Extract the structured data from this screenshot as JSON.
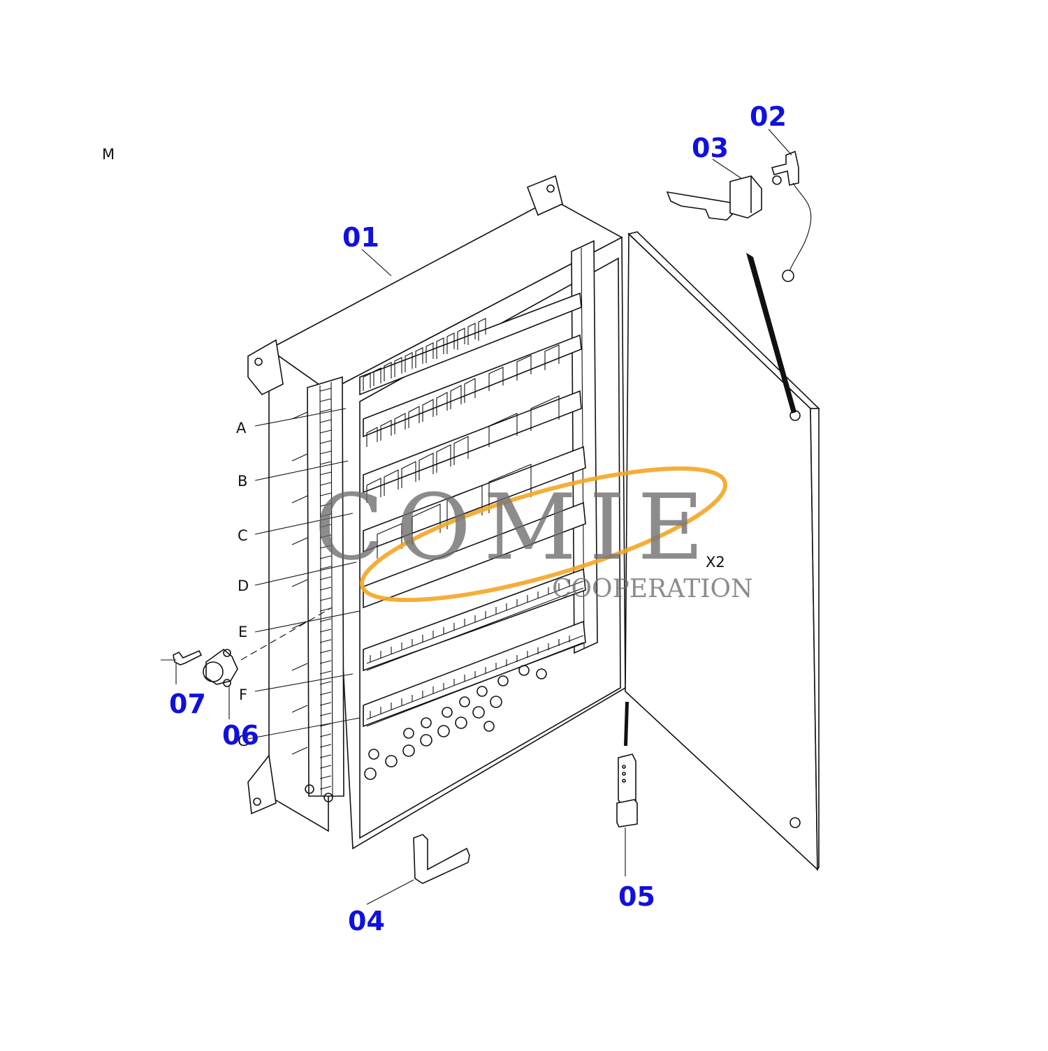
{
  "corner_label": "M",
  "part_numbers": {
    "p01": "01",
    "p02": "02",
    "p03": "03",
    "p04": "04",
    "p05": "05",
    "p06": "06",
    "p07": "07"
  },
  "row_labels": {
    "a": "A",
    "b": "B",
    "c": "C",
    "d": "D",
    "e": "E",
    "f": "F",
    "g": "G"
  },
  "door_label": "X2",
  "watermark": {
    "main": "COMIE",
    "sub": "COOPERATION",
    "colors": {
      "text": "#6a6a6a",
      "swoosh": "#f5a623"
    }
  },
  "colors": {
    "callout": "#1010e0",
    "lines": "#111111"
  }
}
